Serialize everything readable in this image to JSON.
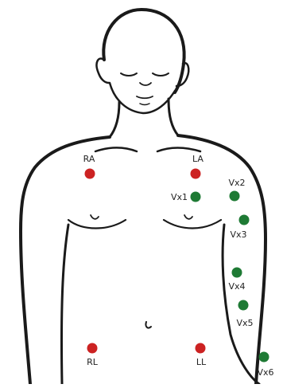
{
  "colors": {
    "limb_lead": "#cc2222",
    "chest_lead": "#1e7a34",
    "outline": "#1a1a1a",
    "label": "#222222"
  },
  "electrodes": [
    {
      "id": "ra",
      "label": "RA",
      "type": "limb"
    },
    {
      "id": "la",
      "label": "LA",
      "type": "limb"
    },
    {
      "id": "vx1",
      "label": "Vx1",
      "type": "chest"
    },
    {
      "id": "vx2",
      "label": "Vx2",
      "type": "chest"
    },
    {
      "id": "vx3",
      "label": "Vx3",
      "type": "chest"
    },
    {
      "id": "vx4",
      "label": "Vx4",
      "type": "chest"
    },
    {
      "id": "vx5",
      "label": "Vx5",
      "type": "chest"
    },
    {
      "id": "vx6",
      "label": "Vx6",
      "type": "chest"
    },
    {
      "id": "rl",
      "label": "RL",
      "type": "limb"
    },
    {
      "id": "ll",
      "label": "LL",
      "type": "limb"
    }
  ]
}
